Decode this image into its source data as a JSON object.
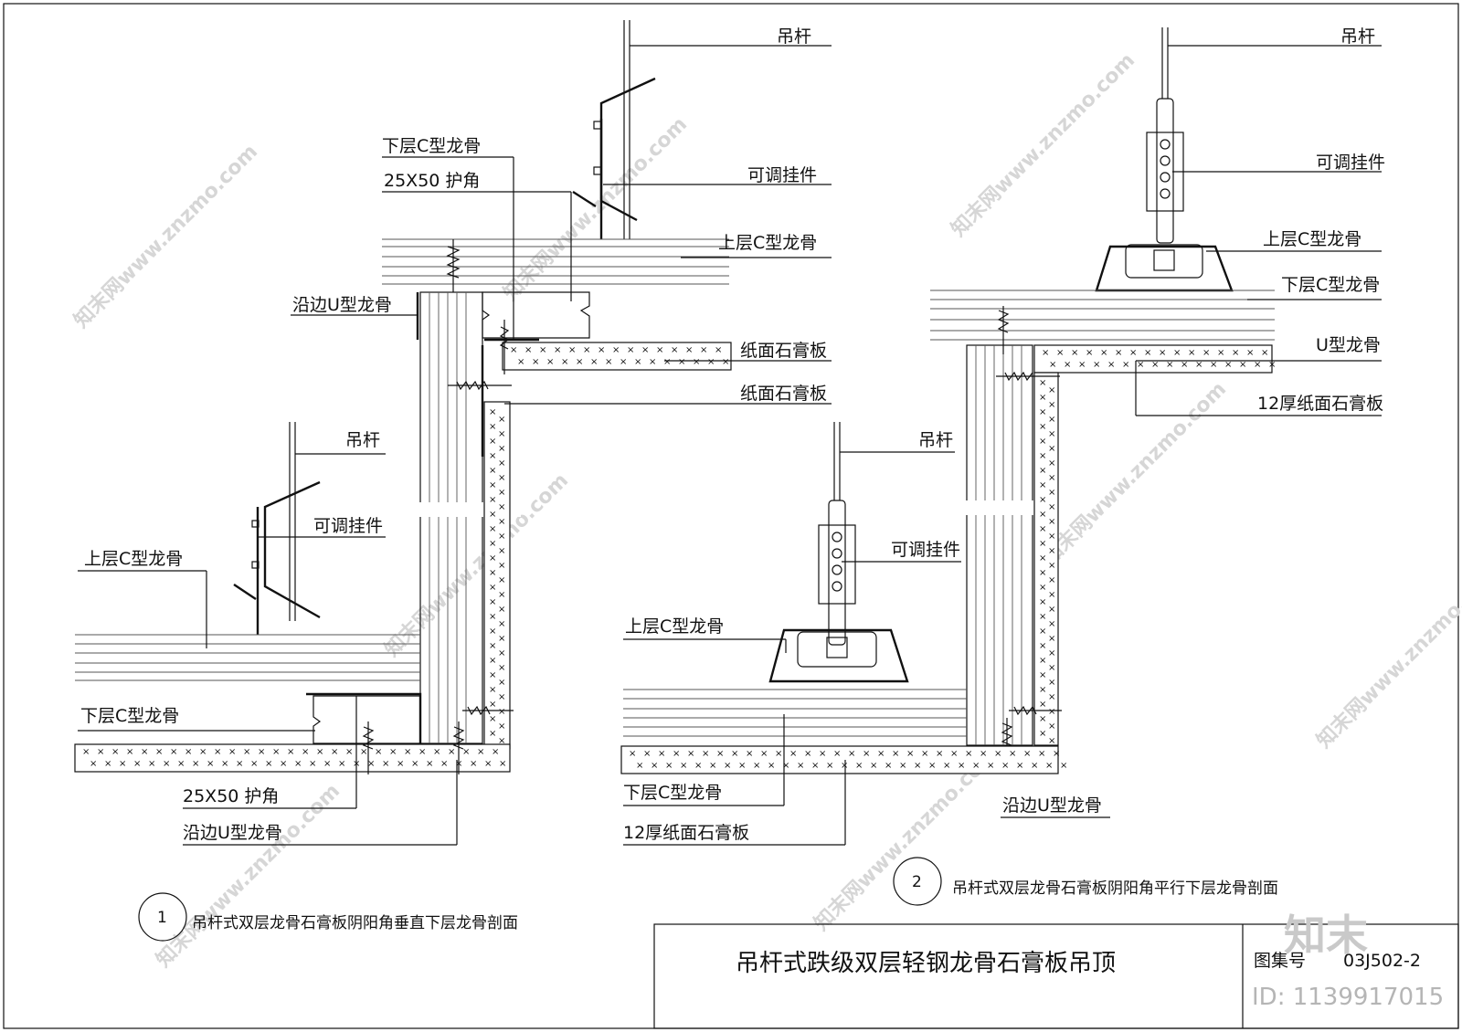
{
  "drawing": {
    "title": "吊杆式跌级双层轻钢龙骨石膏板吊顶",
    "atlas_label": "图集号",
    "atlas_number": "03J502-2",
    "watermark_text": "知末网www.znzmo.com",
    "logo_text": "知末",
    "id_text": "ID: 1139917015"
  },
  "detail1": {
    "number": "1",
    "caption": "吊杆式双层龙骨石膏板阴阳角垂直下层龙骨剖面",
    "labels": {
      "hanger_rod_top": "吊杆",
      "lower_c_top": "下层C型龙骨",
      "corner_top": "25X50  护角",
      "adjustable_hanger_top": "可调挂件",
      "upper_c_top": "上层C型龙骨",
      "edge_u_top": "沿边U型龙骨",
      "gypsum_a": "纸面石膏板",
      "gypsum_b": "纸面石膏板",
      "hanger_rod_mid": "吊杆",
      "adjustable_hanger_mid": "可调挂件",
      "upper_c_mid": "上层C型龙骨",
      "lower_c_bottom": "下层C型龙骨",
      "corner_bottom": "25X50  护角",
      "edge_u_bottom": "沿边U型龙骨"
    }
  },
  "detail2": {
    "number": "2",
    "caption": "吊杆式双层龙骨石膏板阴阳角平行下层龙骨剖面",
    "labels": {
      "hanger_rod_top": "吊杆",
      "adjustable_hanger_top": "可调挂件",
      "upper_c_top": "上层C型龙骨",
      "lower_c_top": "下层C型龙骨",
      "u_keel": "U型龙骨",
      "gypsum_12_top": "12厚纸面石膏板",
      "hanger_rod_mid": "吊杆",
      "adjustable_hanger_mid": "可调挂件",
      "upper_c_mid": "上层C型龙骨",
      "lower_c_bottom": "下层C型龙骨",
      "gypsum_12_bottom": "12厚纸面石膏板",
      "edge_u_bottom": "沿边U型龙骨"
    }
  },
  "colors": {
    "ink": "#111111",
    "watermark": "#d6d6d6",
    "paper": "#ffffff"
  }
}
